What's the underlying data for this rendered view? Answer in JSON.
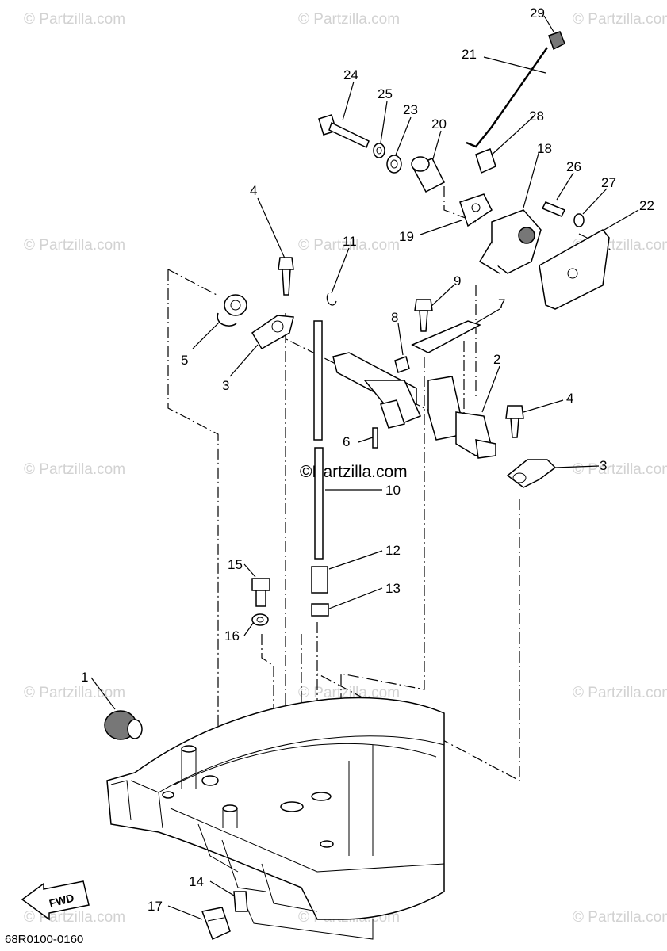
{
  "watermark": "© Partzilla.com",
  "center_watermark": "©Partzilla.com",
  "diagram_code": "68R0100-0160",
  "fwd_label": "FWD",
  "callouts": [
    {
      "id": "c29",
      "text": "29"
    },
    {
      "id": "c21",
      "text": "21"
    },
    {
      "id": "c24",
      "text": "24"
    },
    {
      "id": "c25",
      "text": "25"
    },
    {
      "id": "c23",
      "text": "23"
    },
    {
      "id": "c20",
      "text": "20"
    },
    {
      "id": "c28",
      "text": "28"
    },
    {
      "id": "c18",
      "text": "18"
    },
    {
      "id": "c26",
      "text": "26"
    },
    {
      "id": "c27",
      "text": "27"
    },
    {
      "id": "c22",
      "text": "22"
    },
    {
      "id": "c19",
      "text": "19"
    },
    {
      "id": "c4a",
      "text": "4"
    },
    {
      "id": "c11",
      "text": "11"
    },
    {
      "id": "c9",
      "text": "9"
    },
    {
      "id": "c7",
      "text": "7"
    },
    {
      "id": "c8",
      "text": "8"
    },
    {
      "id": "c5",
      "text": "5"
    },
    {
      "id": "c3a",
      "text": "3"
    },
    {
      "id": "c2",
      "text": "2"
    },
    {
      "id": "c4b",
      "text": "4"
    },
    {
      "id": "c6",
      "text": "6"
    },
    {
      "id": "c3b",
      "text": "3"
    },
    {
      "id": "c10",
      "text": "10"
    },
    {
      "id": "c12",
      "text": "12"
    },
    {
      "id": "c15",
      "text": "15"
    },
    {
      "id": "c13",
      "text": "13"
    },
    {
      "id": "c16",
      "text": "16"
    },
    {
      "id": "c1",
      "text": "1"
    },
    {
      "id": "c14",
      "text": "14"
    },
    {
      "id": "c17",
      "text": "17"
    }
  ]
}
